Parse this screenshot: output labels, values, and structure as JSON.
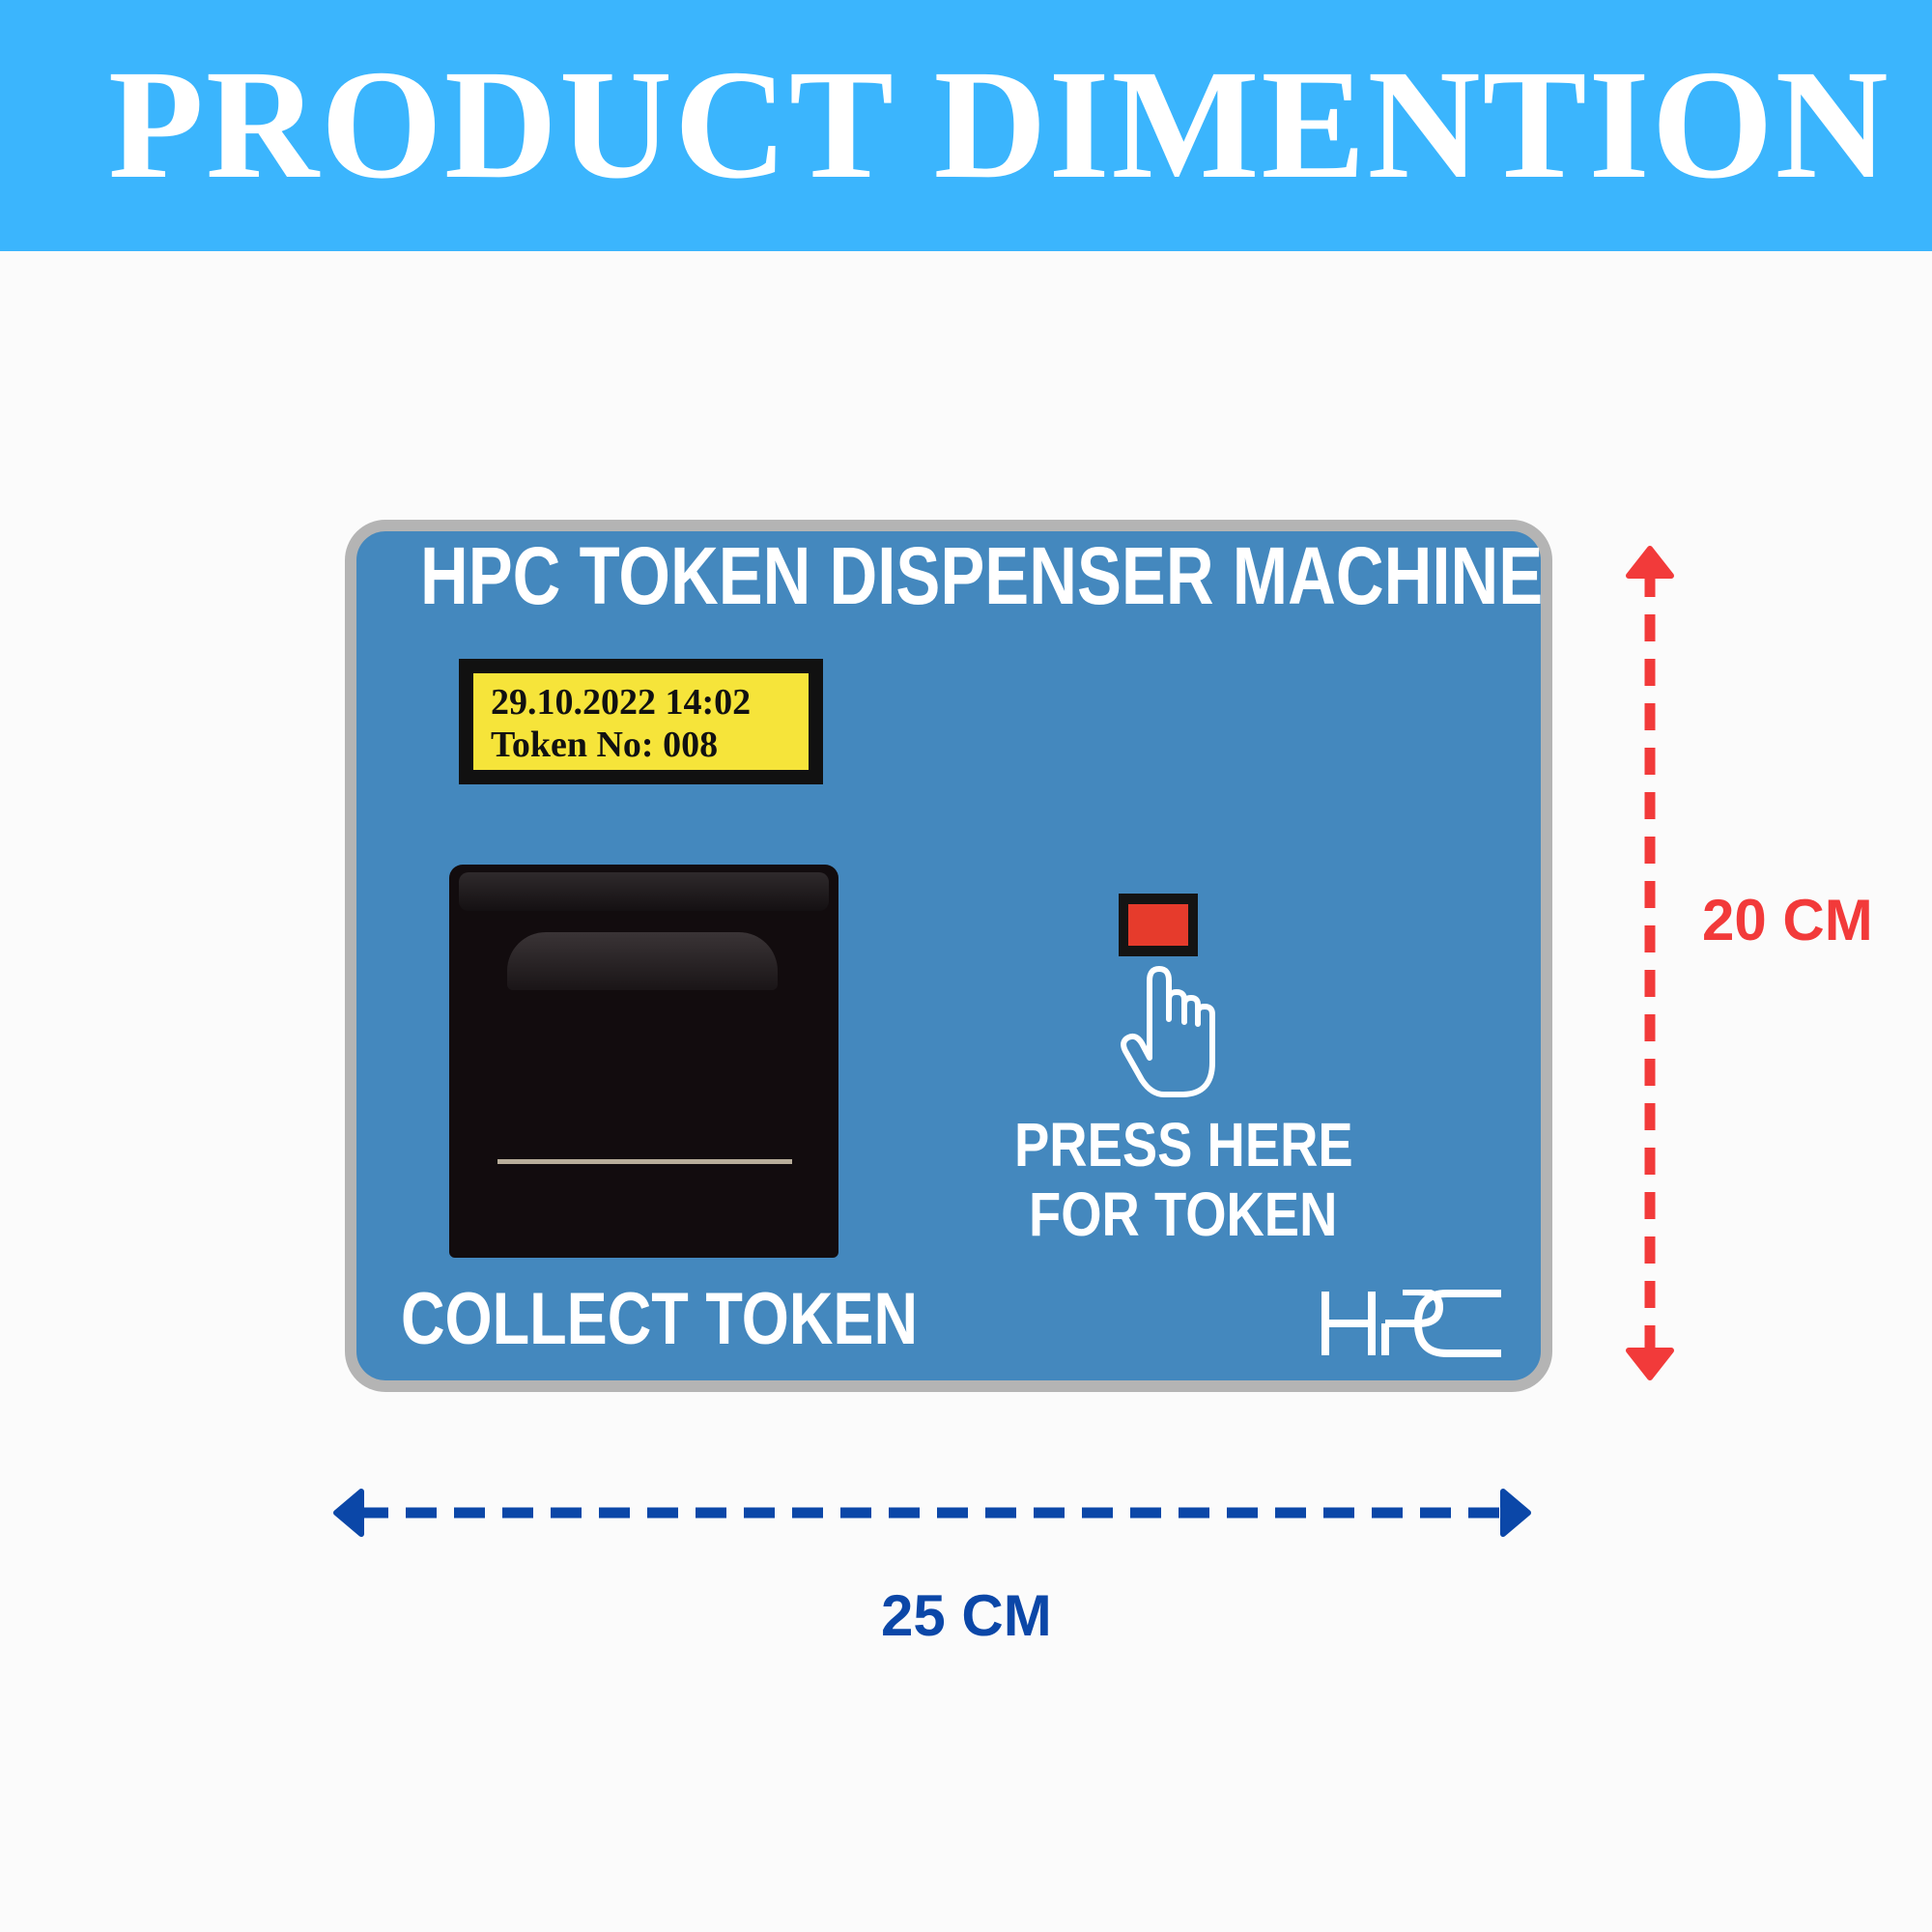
{
  "header": {
    "title": "PRODUCT DIMENTION"
  },
  "product": {
    "title": "HPC TOKEN DISPENSER MACHINE",
    "display": {
      "line1": "29.10.2022  14:02",
      "line2": "Token No: 008"
    },
    "press_label_line1": "PRESS HERE",
    "press_label_line2": "FOR TOKEN",
    "collect_label": "COLLECT TOKEN",
    "logo_text": "HPC"
  },
  "dimensions": {
    "height_label": "20 CM",
    "width_label": "25 CM"
  },
  "colors": {
    "header": "#3bb5fd",
    "panel": "#4488be",
    "height_arrow": "#f23a3a",
    "width_arrow": "#0b47a8",
    "display": "#f6e43a",
    "button": "#e63b2c"
  }
}
